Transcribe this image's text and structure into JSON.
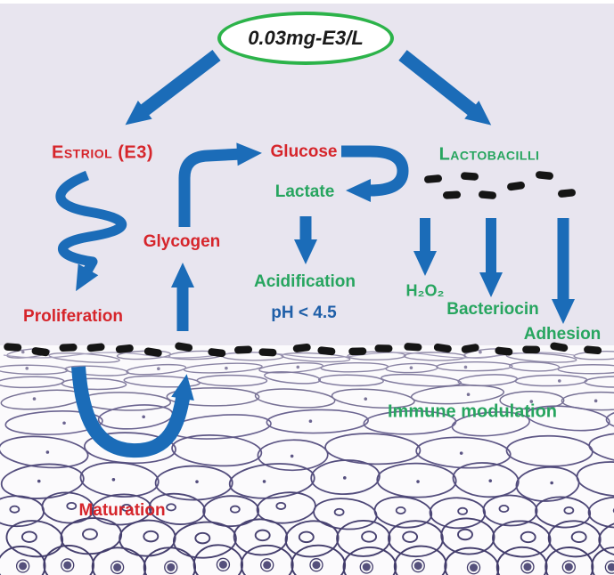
{
  "labels": {
    "dose": "0.03mg-E3/L",
    "estriol": "Estriol (E3)",
    "lactobacilli": "Lactobacilli",
    "glucose": "Glucose",
    "lactate": "Lactate",
    "glycogen": "Glycogen",
    "proliferation": "Proliferation",
    "acidification": "Acidification",
    "ph_value": "pH < 4.5",
    "h2o2": "H₂O₂",
    "bacteriocin": "Bacteriocin",
    "adhesion": "Adhesion",
    "immune_modulation": "Immune modulation",
    "maturation": "Maturation"
  },
  "colors": {
    "arrow_blue": "#1b6cb8",
    "label_red": "#d6252b",
    "label_green": "#27a55f",
    "ph_blue": "#1f5fa8",
    "ellipse_green": "#2cb34a",
    "background_lavender": "#e8e5ef",
    "bacteria_black": "#151515",
    "tissue_ink": "#554f7e"
  },
  "icons": {
    "bacteria_rod": "rod-shaped lactobacillus bacterium",
    "epithelium": "stratified vaginal epithelium cell drawing"
  }
}
